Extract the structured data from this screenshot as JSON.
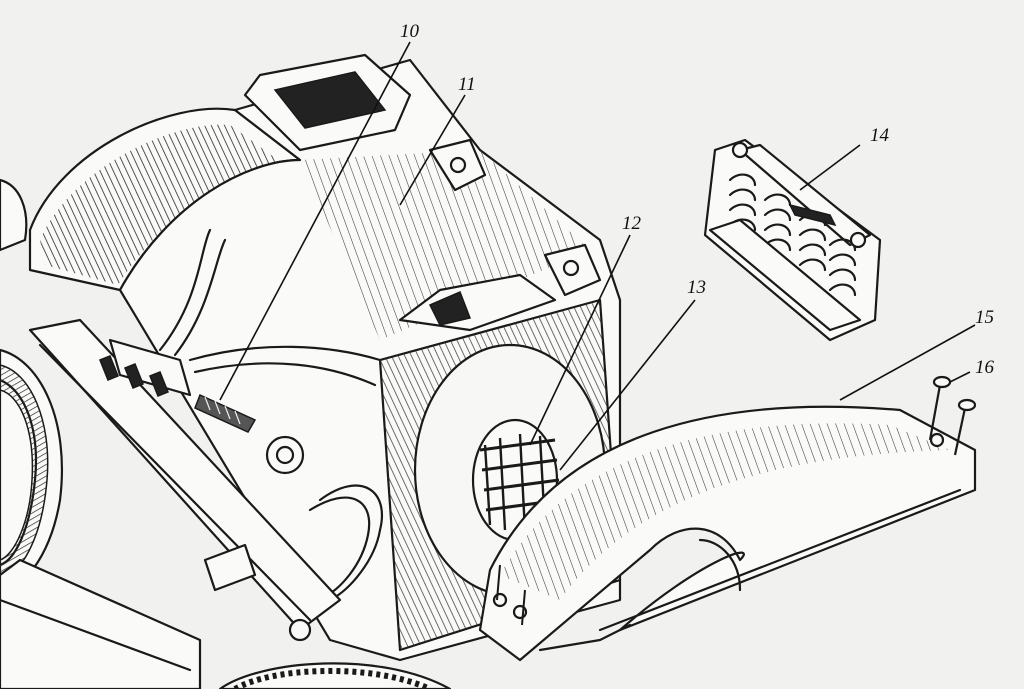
{
  "diagram": {
    "style": "technical line drawing, exploded view",
    "callouts": [
      {
        "id": "callout-10",
        "label": "10"
      },
      {
        "id": "callout-11",
        "label": "11"
      },
      {
        "id": "callout-12",
        "label": "12"
      },
      {
        "id": "callout-13",
        "label": "13"
      },
      {
        "id": "callout-14",
        "label": "14"
      },
      {
        "id": "callout-15",
        "label": "15"
      },
      {
        "id": "callout-16",
        "label": "16"
      }
    ]
  }
}
